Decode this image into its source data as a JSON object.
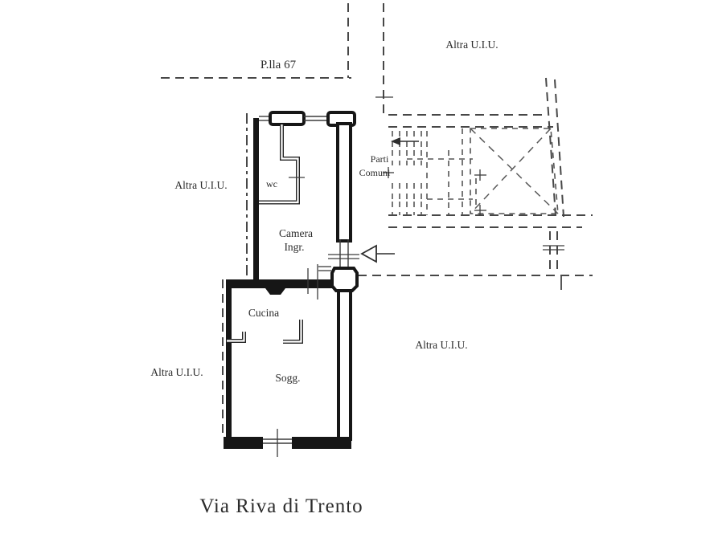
{
  "page": {
    "kind": "cadastral floor plan drawing",
    "background_color": "#ffffff",
    "wall_color": "#161616",
    "dashed_line_color": "#474747",
    "text_color": "#2b2b2b"
  },
  "labels": {
    "parcel": "P.lla 67",
    "other_unit_top": "Altra U.I.U.",
    "other_unit_left_upper": "Altra U.I.U.",
    "other_unit_right": "Altra U.I.U.",
    "other_unit_left_lower": "Altra U.I.U.",
    "common_parts_line1": "Parti",
    "common_parts_line2": "Comuni",
    "street": "Via Riva di Trento"
  },
  "rooms": {
    "wc": "wc",
    "camera_line1": "Camera",
    "camera_line2": "Ingr.",
    "cucina": "Cucina",
    "soggiorno": "Sogg."
  }
}
